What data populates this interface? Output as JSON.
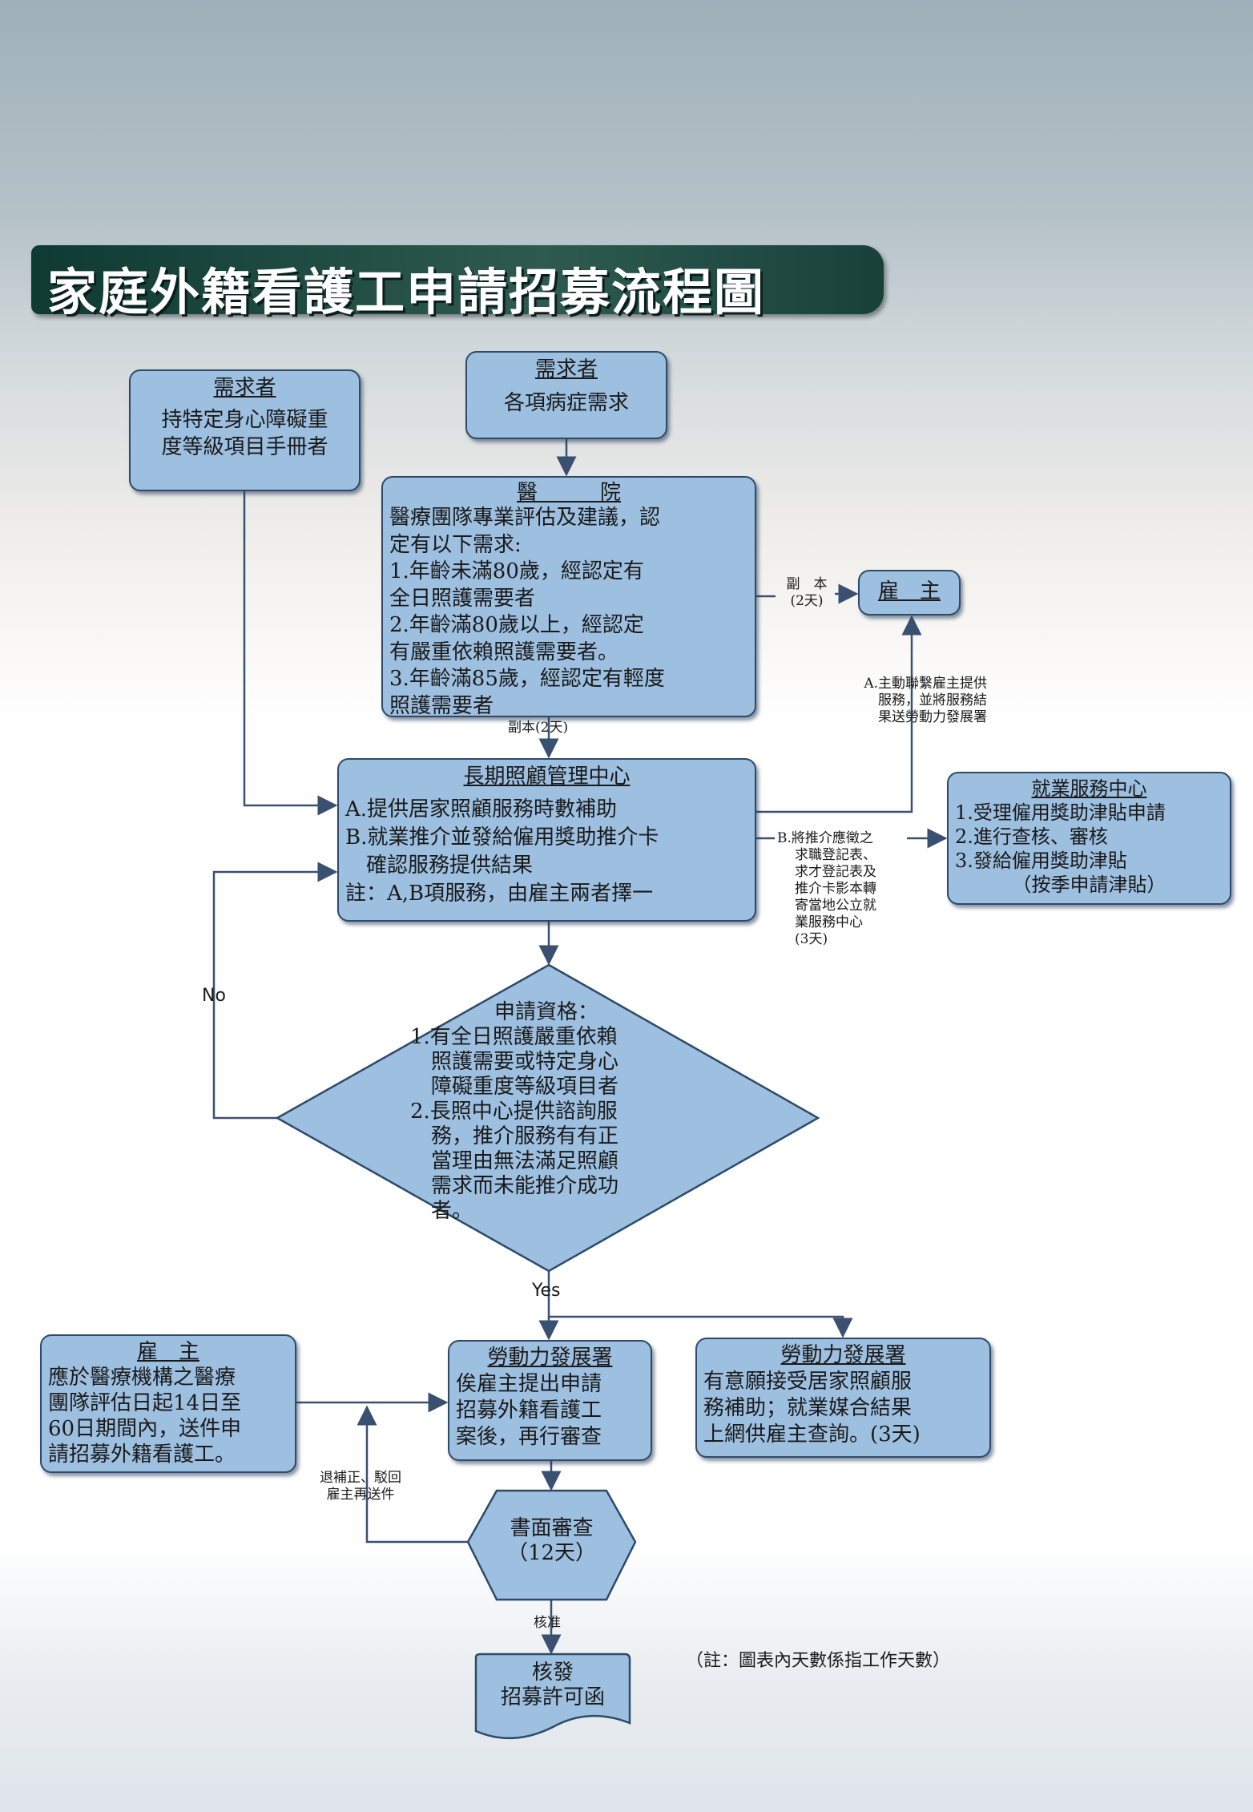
{
  "title": "家庭外籍看護工申請招募流程圖",
  "applicant_left": {
    "heading": "需求者",
    "lines": [
      "持特定身心障礙重",
      "度等級項目手冊者"
    ]
  },
  "applicant_top": {
    "heading": "需求者",
    "text": "各項病症需求"
  },
  "hospital": {
    "heading": "醫　　　院",
    "lines": [
      "醫療團隊專業評估及建議，認",
      "定有以下需求:",
      "1.年齡未滿80歲，經認定有",
      "全日照護需要者",
      "2.年齡滿80歲以上，經認定",
      "有嚴重依賴照護需要者。",
      "3.年齡滿85歲，經認定有輕度",
      "照護需要者"
    ]
  },
  "copy_to_employer": {
    "line1": "副　本",
    "line2": "(2天)"
  },
  "employer_top": {
    "heading": "雇　主"
  },
  "label_a": [
    "A.主動聯繫雇主提供",
    "服務，並將服務結",
    "果送勞動力發展署"
  ],
  "copy_to_center": "副本(2天)",
  "care_center": {
    "heading": "長期照顧管理中心",
    "lines": [
      "A.提供居家照顧服務時數補助",
      "B.就業推介並發給僱用獎助推介卡",
      "　確認服務提供結果",
      "註：A,B項服務，由雇主兩者擇一"
    ]
  },
  "label_b": [
    "B.將推介應徵之",
    "求職登記表、",
    "求才登記表及",
    "推介卡影本轉",
    "寄當地公立就",
    "業服務中心",
    "(3天)"
  ],
  "employment_center": {
    "heading": "就業服務中心",
    "lines": [
      "1.受理僱用獎助津貼申請",
      "2.進行查核、審核",
      "3.發給僱用獎助津貼"
    ],
    "note": "（按季申請津貼）"
  },
  "eligibility": {
    "heading": "申請資格：",
    "lines": [
      "1.有全日照護嚴重依賴",
      "　照護需要或特定身心",
      "　障礙重度等級項目者",
      "2.長照中心提供諮詢服",
      "　務，推介服務有有正",
      "　當理由無法滿足照顧",
      "　需求而未能推介成功",
      "　者。"
    ]
  },
  "no_label": "No",
  "yes_label": "Yes",
  "employer_left": {
    "heading": "雇　主",
    "lines": [
      "應於醫療機構之醫療",
      "團隊評估日起14日至",
      "60日期間內，送件申",
      "請招募外籍看護工。"
    ]
  },
  "labor_mid": {
    "heading": "勞動力發展署",
    "lines": [
      "俟雇主提出申請",
      "招募外籍看護工",
      "案後，再行審查"
    ]
  },
  "labor_right": {
    "heading": "勞動力發展署",
    "lines": [
      "有意願接受居家照顧服",
      "務補助；就業媒合結果",
      "上網供雇主查詢。(3天)"
    ]
  },
  "return_label": [
    "退補正、駁回",
    "雇主再送件"
  ],
  "review": {
    "line1": "書面審查",
    "line2": "（12天）"
  },
  "approve_label": "核准",
  "issue": {
    "line1": "核發",
    "line2": "招募許可函"
  },
  "footnote": "（註：圖表內天數係指工作天數）"
}
